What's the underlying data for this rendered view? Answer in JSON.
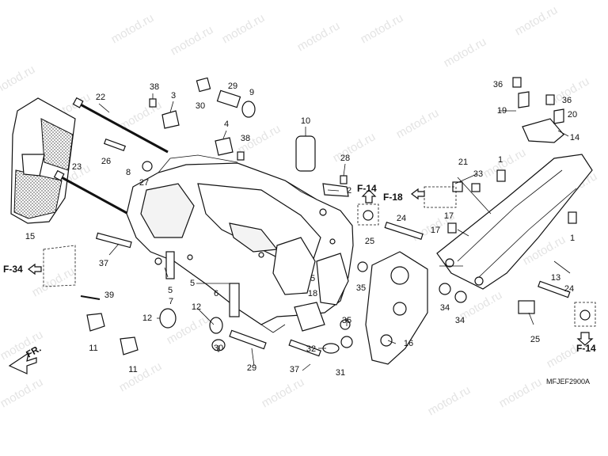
{
  "watermark": {
    "text": "motod.ru",
    "color": "#e4e4e4"
  },
  "diagram_code": "MFJEF2900A",
  "direction_label": "FR.",
  "ref_labels": [
    "F-14",
    "F-18",
    "F-34",
    "F-14"
  ],
  "callouts": [
    {
      "id": "c38a",
      "text": "38"
    },
    {
      "id": "c3a",
      "text": "3"
    },
    {
      "id": "c29a",
      "text": "29"
    },
    {
      "id": "c9",
      "text": "9"
    },
    {
      "id": "c30a",
      "text": "30"
    },
    {
      "id": "c22",
      "text": "22"
    },
    {
      "id": "c4",
      "text": "4"
    },
    {
      "id": "c38b",
      "text": "38"
    },
    {
      "id": "c10",
      "text": "10"
    },
    {
      "id": "c26",
      "text": "26"
    },
    {
      "id": "c8",
      "text": "8"
    },
    {
      "id": "c27",
      "text": "27"
    },
    {
      "id": "c28",
      "text": "28"
    },
    {
      "id": "c2",
      "text": "2"
    },
    {
      "id": "c23",
      "text": "23"
    },
    {
      "id": "c15",
      "text": "15"
    },
    {
      "id": "c37a",
      "text": "37"
    },
    {
      "id": "c39",
      "text": "39"
    },
    {
      "id": "c5a",
      "text": "5"
    },
    {
      "id": "c7",
      "text": "7"
    },
    {
      "id": "c5b",
      "text": "5"
    },
    {
      "id": "c6",
      "text": "6"
    },
    {
      "id": "c12a",
      "text": "12"
    },
    {
      "id": "c12b",
      "text": "12"
    },
    {
      "id": "c30b",
      "text": "30"
    },
    {
      "id": "c11a",
      "text": "11"
    },
    {
      "id": "c11b",
      "text": "11"
    },
    {
      "id": "c29b",
      "text": "29"
    },
    {
      "id": "c37b",
      "text": "37"
    },
    {
      "id": "c5c",
      "text": "5"
    },
    {
      "id": "c18",
      "text": "18"
    },
    {
      "id": "c35a",
      "text": "35"
    },
    {
      "id": "c35b",
      "text": "35"
    },
    {
      "id": "c32",
      "text": "32"
    },
    {
      "id": "c31",
      "text": "31"
    },
    {
      "id": "c16",
      "text": "16"
    },
    {
      "id": "c24a",
      "text": "24"
    },
    {
      "id": "c25a",
      "text": "25"
    },
    {
      "id": "c17a",
      "text": "17"
    },
    {
      "id": "c17b",
      "text": "17"
    },
    {
      "id": "c21",
      "text": "21"
    },
    {
      "id": "c33",
      "text": "33"
    },
    {
      "id": "c34a",
      "text": "34"
    },
    {
      "id": "c34b",
      "text": "34"
    },
    {
      "id": "c36a",
      "text": "36"
    },
    {
      "id": "c19",
      "text": "19"
    },
    {
      "id": "c36b",
      "text": "36"
    },
    {
      "id": "c20",
      "text": "20"
    },
    {
      "id": "c14",
      "text": "14"
    },
    {
      "id": "c1a",
      "text": "1"
    },
    {
      "id": "c1b",
      "text": "1"
    },
    {
      "id": "c13",
      "text": "13"
    },
    {
      "id": "c24b",
      "text": "24"
    },
    {
      "id": "c25b",
      "text": "25"
    }
  ]
}
